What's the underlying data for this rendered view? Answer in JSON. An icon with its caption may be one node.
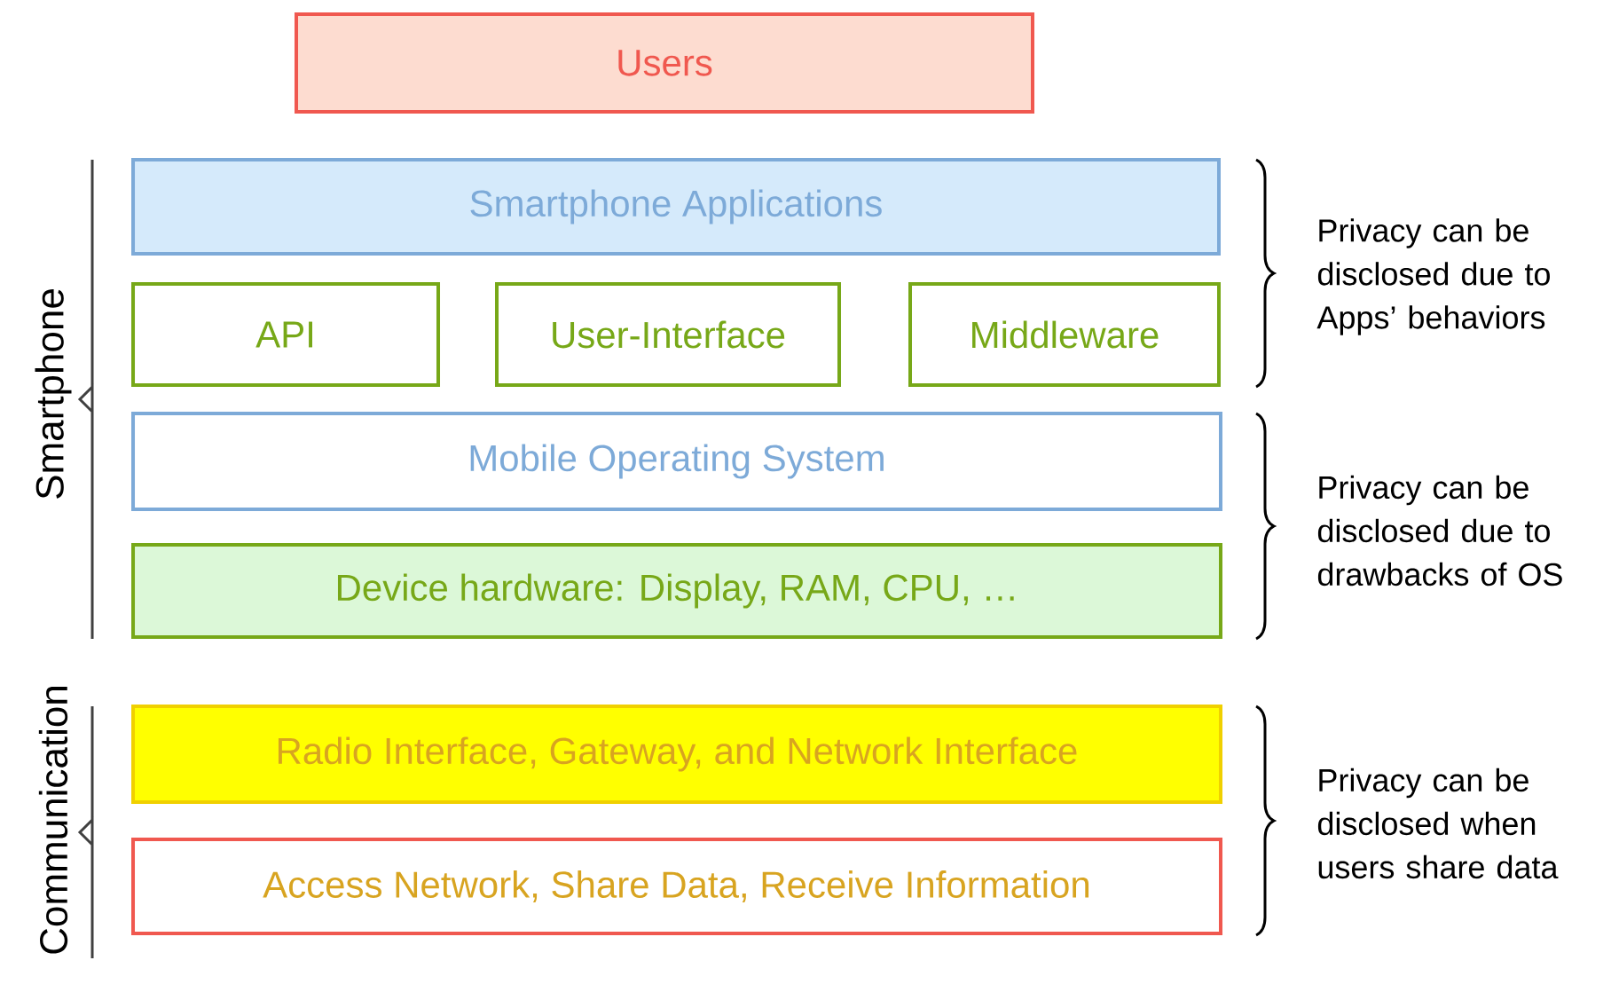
{
  "diagram": {
    "nodes": [
      {
        "text": [
          "Users"
        ]
      },
      {
        "text": [
          "Smartphone Applications"
        ]
      },
      {
        "text": [
          "API"
        ]
      },
      {
        "text": [
          "User-Interface"
        ]
      },
      {
        "text": [
          "Middleware"
        ]
      },
      {
        "text": [
          "Mobile Operating System"
        ]
      },
      {
        "text": [
          "Device hardware: Display, RAM, CPU, …"
        ]
      },
      {
        "text": [
          "Radio Interface, Gateway, and Network Interface"
        ]
      },
      {
        "text": [
          "Access Network, Share Data, Receive Information"
        ]
      }
    ],
    "labels": [
      "Smartphone",
      "Communication",
      "Privacy can be disclosed due to Apps’ behaviors",
      "Privacy can be disclosed due to drawbacks of OS",
      "Privacy can be disclosed when users share data"
    ]
  }
}
